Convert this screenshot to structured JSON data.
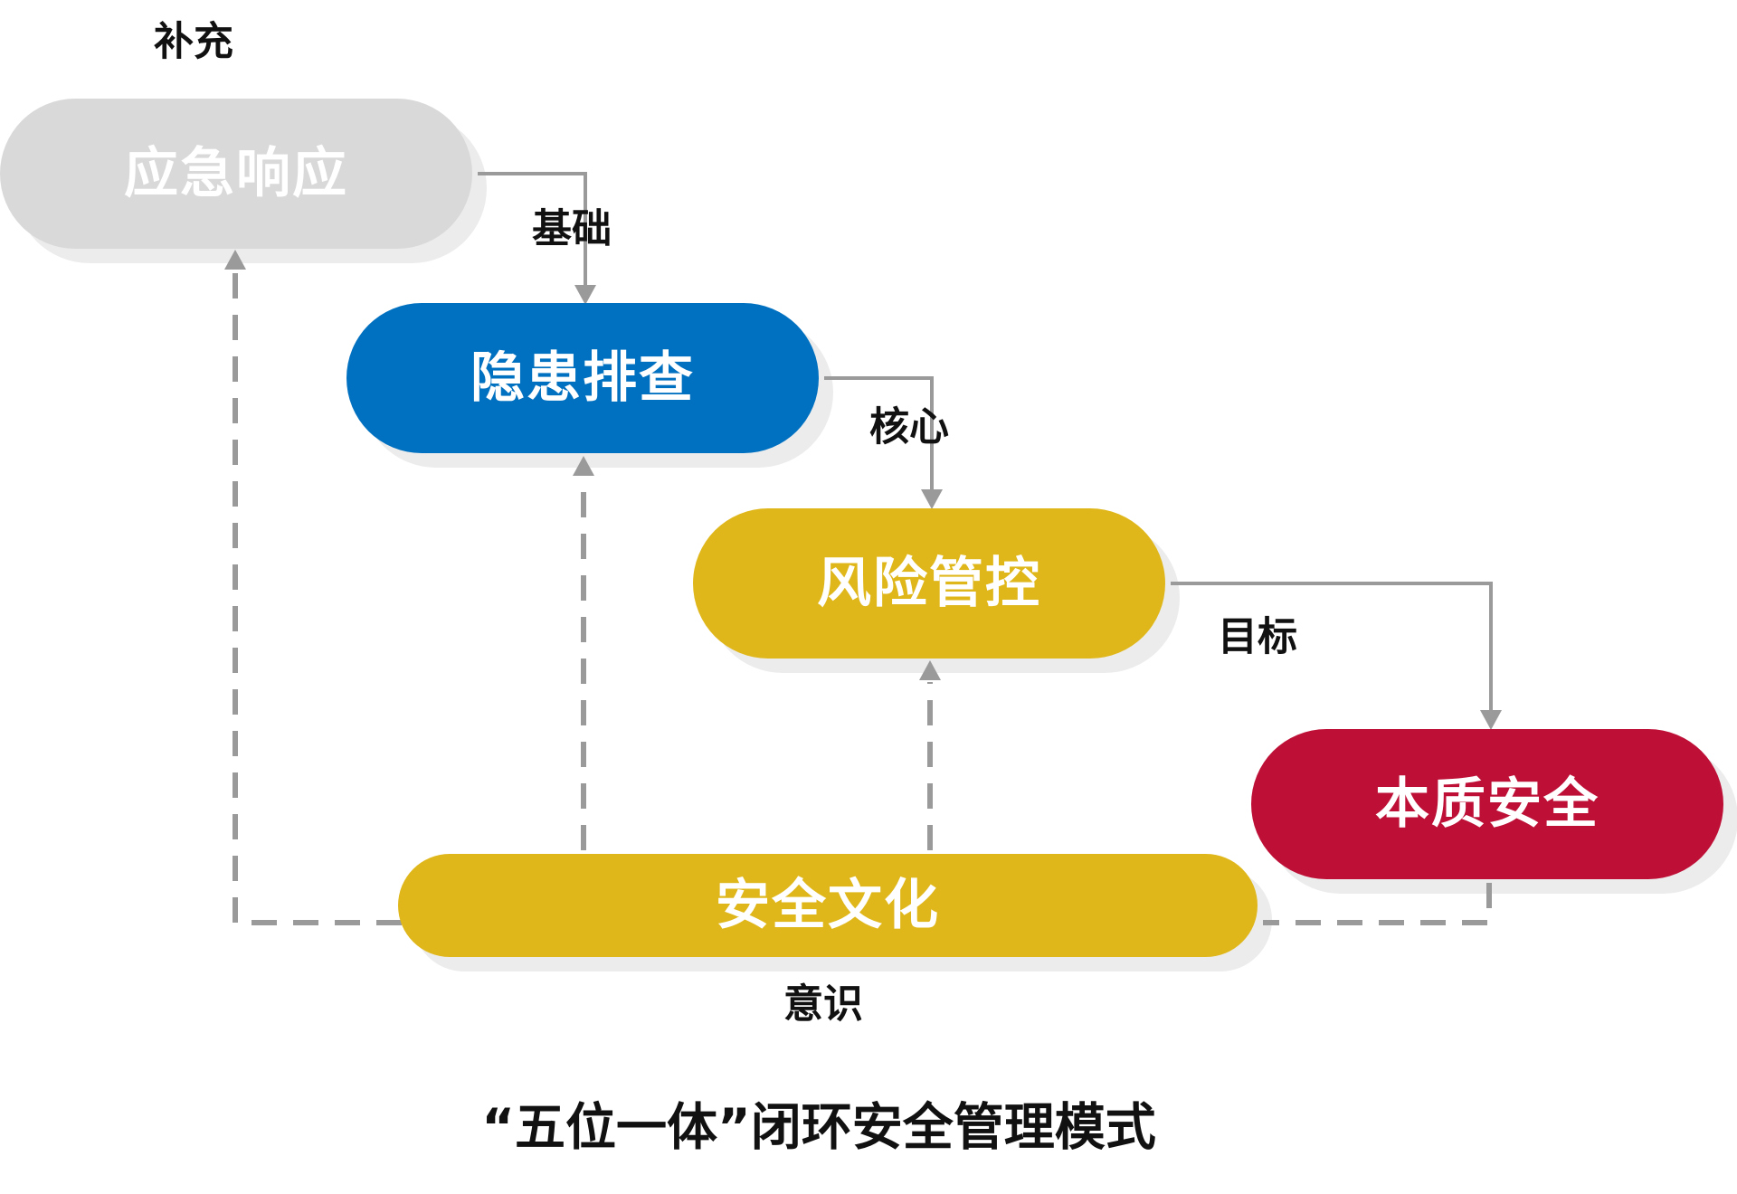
{
  "nodes": {
    "emergency": {
      "label": "应急响应",
      "color": "#d9d9d9"
    },
    "hazard": {
      "label": "隐患排查",
      "color": "#0070c0"
    },
    "risk": {
      "label": "风险管控",
      "color": "#e0b71a"
    },
    "intrinsic": {
      "label": "本质安全",
      "color": "#be0f36"
    },
    "culture": {
      "label": "安全文化",
      "color": "#e0b71a"
    }
  },
  "edge_labels": {
    "supplement": "补充",
    "foundation": "基础",
    "core": "核心",
    "goal": "目标",
    "awareness": "意识"
  },
  "caption": "“五位一体”闭环安全管理模式",
  "colors": {
    "line": "#9a9a9a",
    "shadow": "#ececec"
  }
}
